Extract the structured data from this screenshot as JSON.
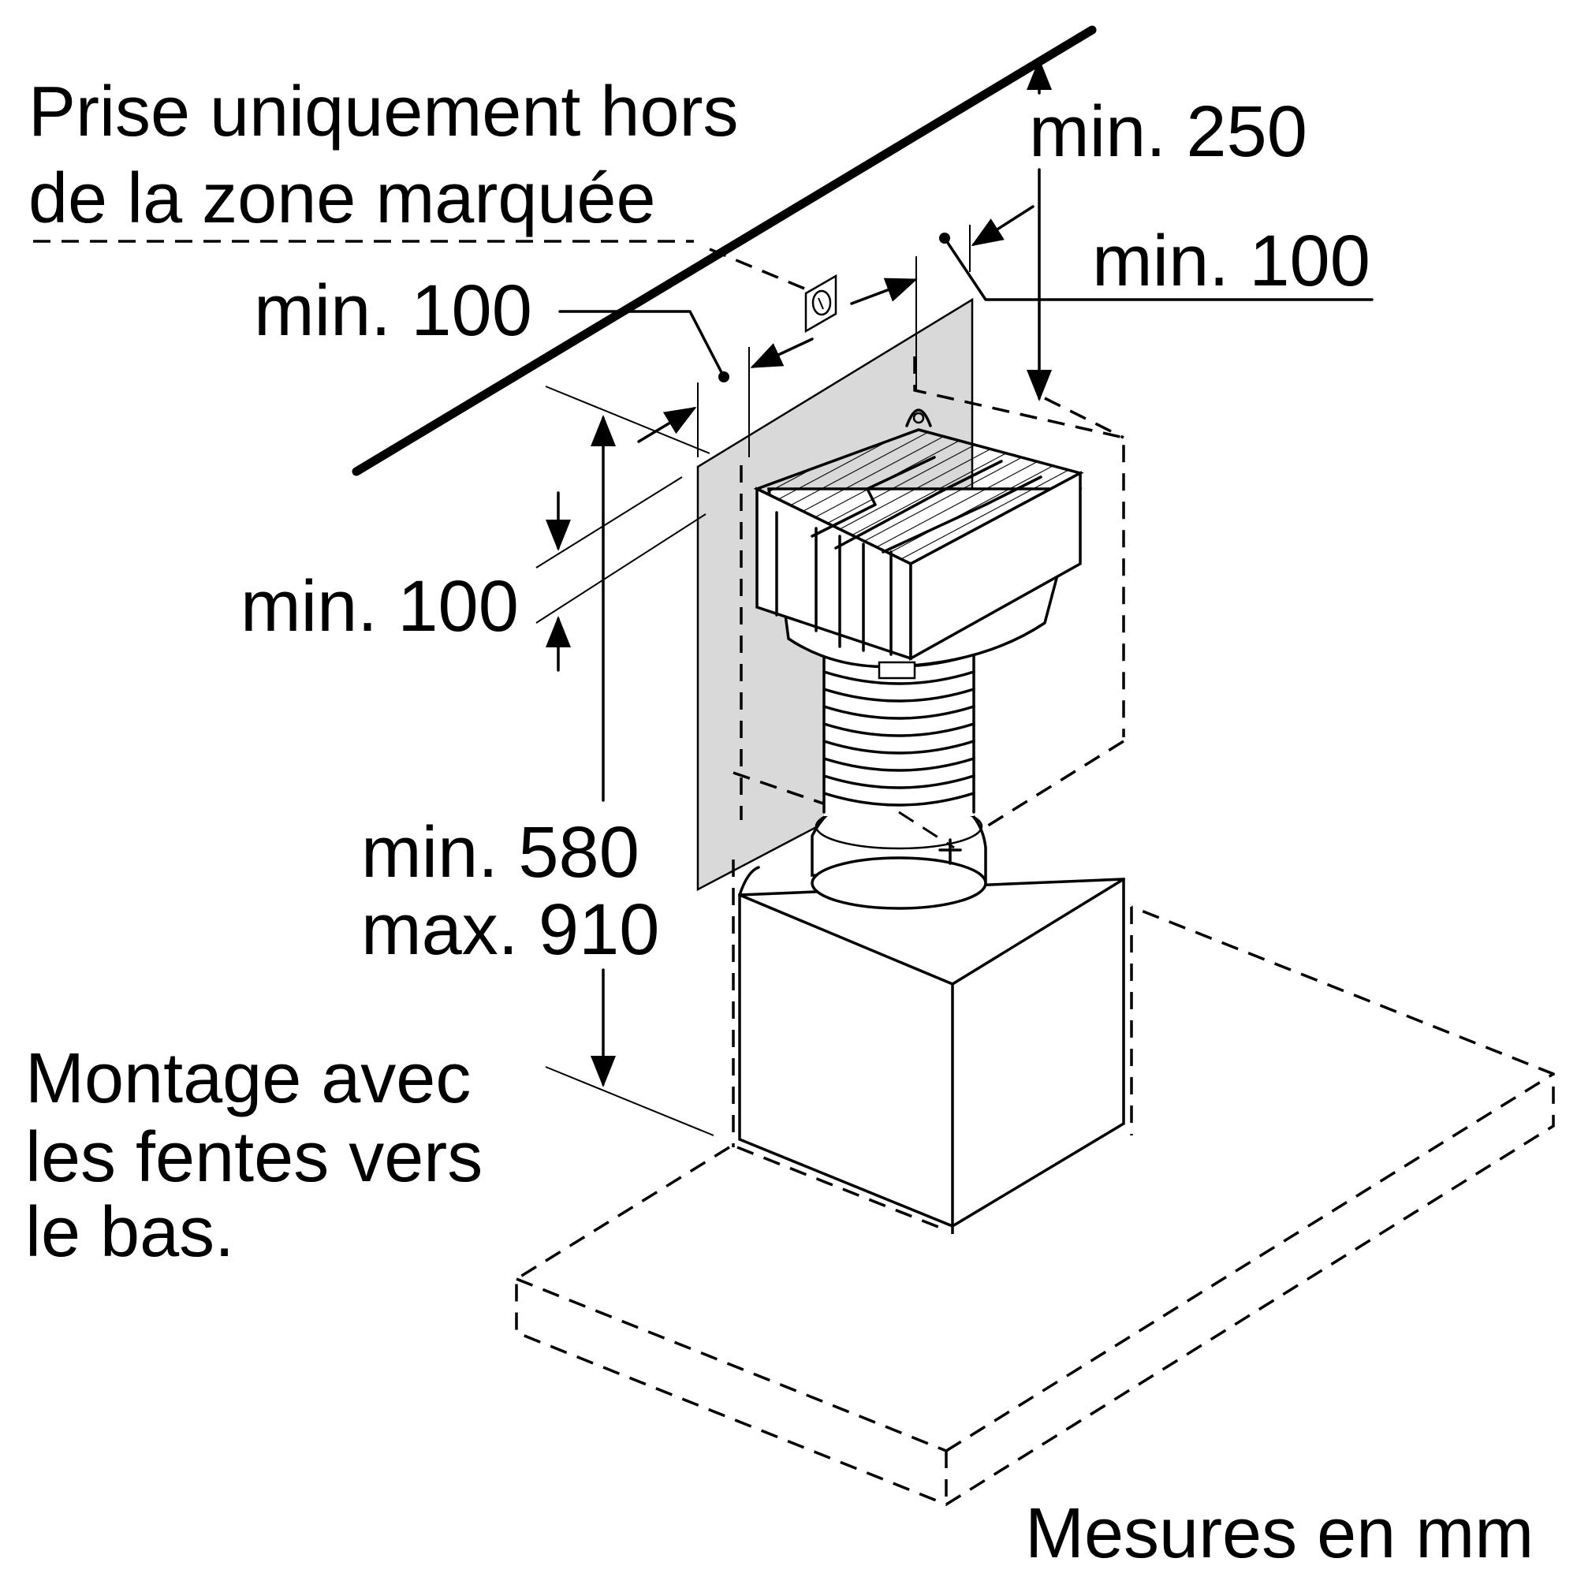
{
  "notes": {
    "socket_zone": [
      "Prise uniquement hors",
      "de la zone marquée"
    ],
    "mounting": [
      "Montage avec",
      "les fentes vers",
      "le bas."
    ],
    "units": "Mesures en mm"
  },
  "dimensions": {
    "ceiling_clearance": "min. 250",
    "side_right": "min. 100",
    "side_left": "min. 100",
    "top_gap": "min. 100",
    "height_min": "min. 580",
    "height_max": "max. 910"
  }
}
